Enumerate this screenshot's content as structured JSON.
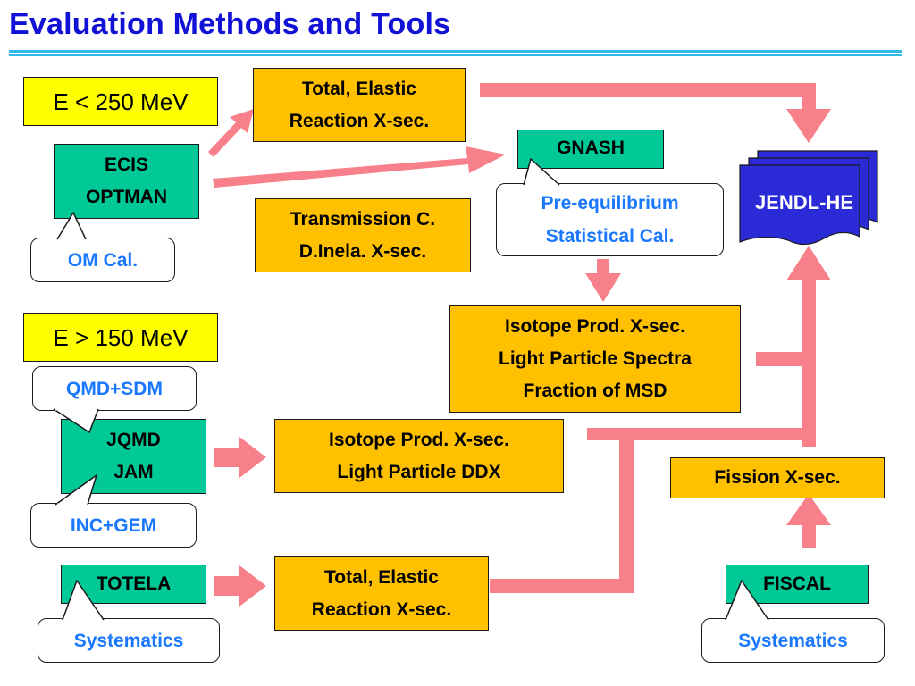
{
  "title": "Evaluation Methods and Tools",
  "colors": {
    "title": "#1212d6",
    "rule": "#2fb8e8",
    "arrow": "#f7808a",
    "result_box": "#ffc000",
    "code_box": "#00c896",
    "energy_box": "#ffff00",
    "callout_text": "#1a78ff",
    "library": "#2a2ad6"
  },
  "energy_ranges": {
    "low": "E < 250 MeV",
    "high": "E > 150 MeV"
  },
  "codes": {
    "ecis": [
      "ECIS",
      "OPTMAN"
    ],
    "gnash": "GNASH",
    "jqmd": [
      "JQMD",
      "JAM"
    ],
    "totela": "TOTELA",
    "fiscal": "FISCAL"
  },
  "results": {
    "total_elastic_top": [
      "Total, Elastic",
      "Reaction X-sec."
    ],
    "transmission": [
      "Transmission C.",
      "D.Inela. X-sec."
    ],
    "isotope_gnash": [
      "Isotope Prod. X-sec.",
      "Light Particle Spectra",
      "Fraction of MSD"
    ],
    "isotope_jqmd": [
      "Isotope Prod. X-sec.",
      "Light Particle DDX"
    ],
    "total_elastic_bottom": [
      "Total, Elastic",
      "Reaction X-sec."
    ],
    "fission": "Fission X-sec."
  },
  "callouts": {
    "om_cal": "OM Cal.",
    "preeq": [
      "Pre-equilibrium",
      "Statistical Cal."
    ],
    "qmd_sdm": "QMD+SDM",
    "inc_gem": "INC+GEM",
    "systematics_left": "Systematics",
    "systematics_right": "Systematics"
  },
  "library": {
    "label": "JENDL-HE",
    "icon": "document-stack-icon"
  }
}
